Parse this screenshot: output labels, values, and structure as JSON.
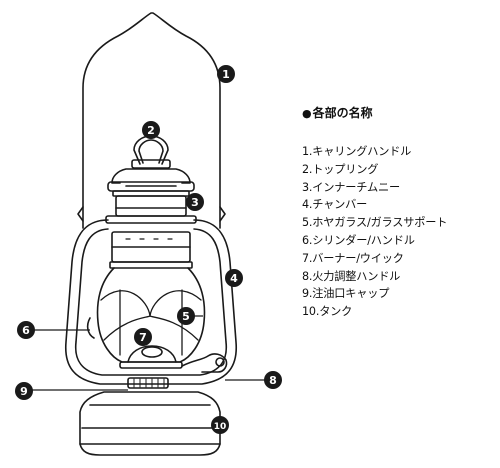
{
  "legend": {
    "bullet": "●",
    "title": "各部の名称",
    "items": [
      "1.キャリングハンドル",
      "2.トップリング",
      "3.インナーチムニー",
      "4.チャンバー",
      "5.ホヤガラス/ガラスサポート",
      "6.シリンダー/ハンドル",
      "7.バーナー/ウイック",
      "8.火力調整ハンドル",
      "9.注油口キャップ",
      "10.タンク"
    ]
  },
  "callouts": [
    "1",
    "2",
    "3",
    "4",
    "5",
    "6",
    "7",
    "8",
    "9",
    "10"
  ]
}
